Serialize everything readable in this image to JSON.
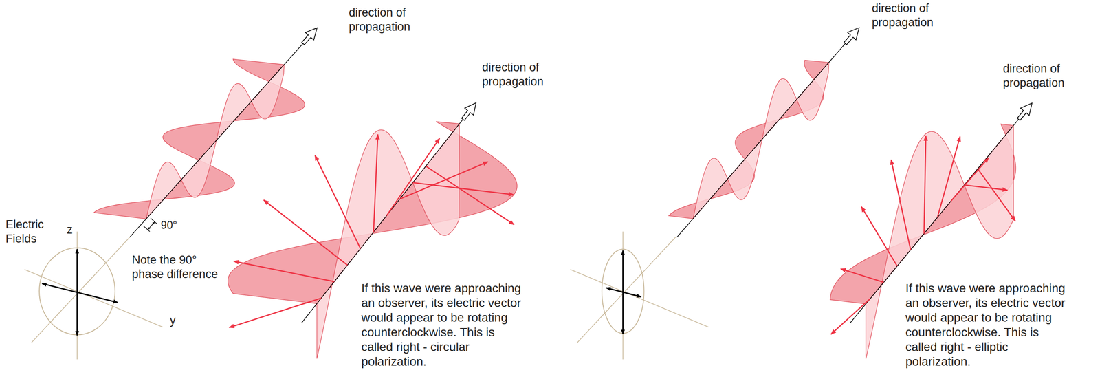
{
  "diagram": {
    "labels": [
      "direction of propagation",
      "direction of propagation",
      "direction of propagation",
      "direction of propagation",
      "Electric Fields",
      "z",
      "y",
      "90°",
      "Note the 90° phase difference",
      "If this wave were approaching an observer, its electric vector would appear to be rotating counterclockwise. This is called right - circular polarization.",
      "If this wave were approaching an observer, its electric vector would appear to be rotating counterclockwise. This is called right - elliptic polarization."
    ]
  }
}
